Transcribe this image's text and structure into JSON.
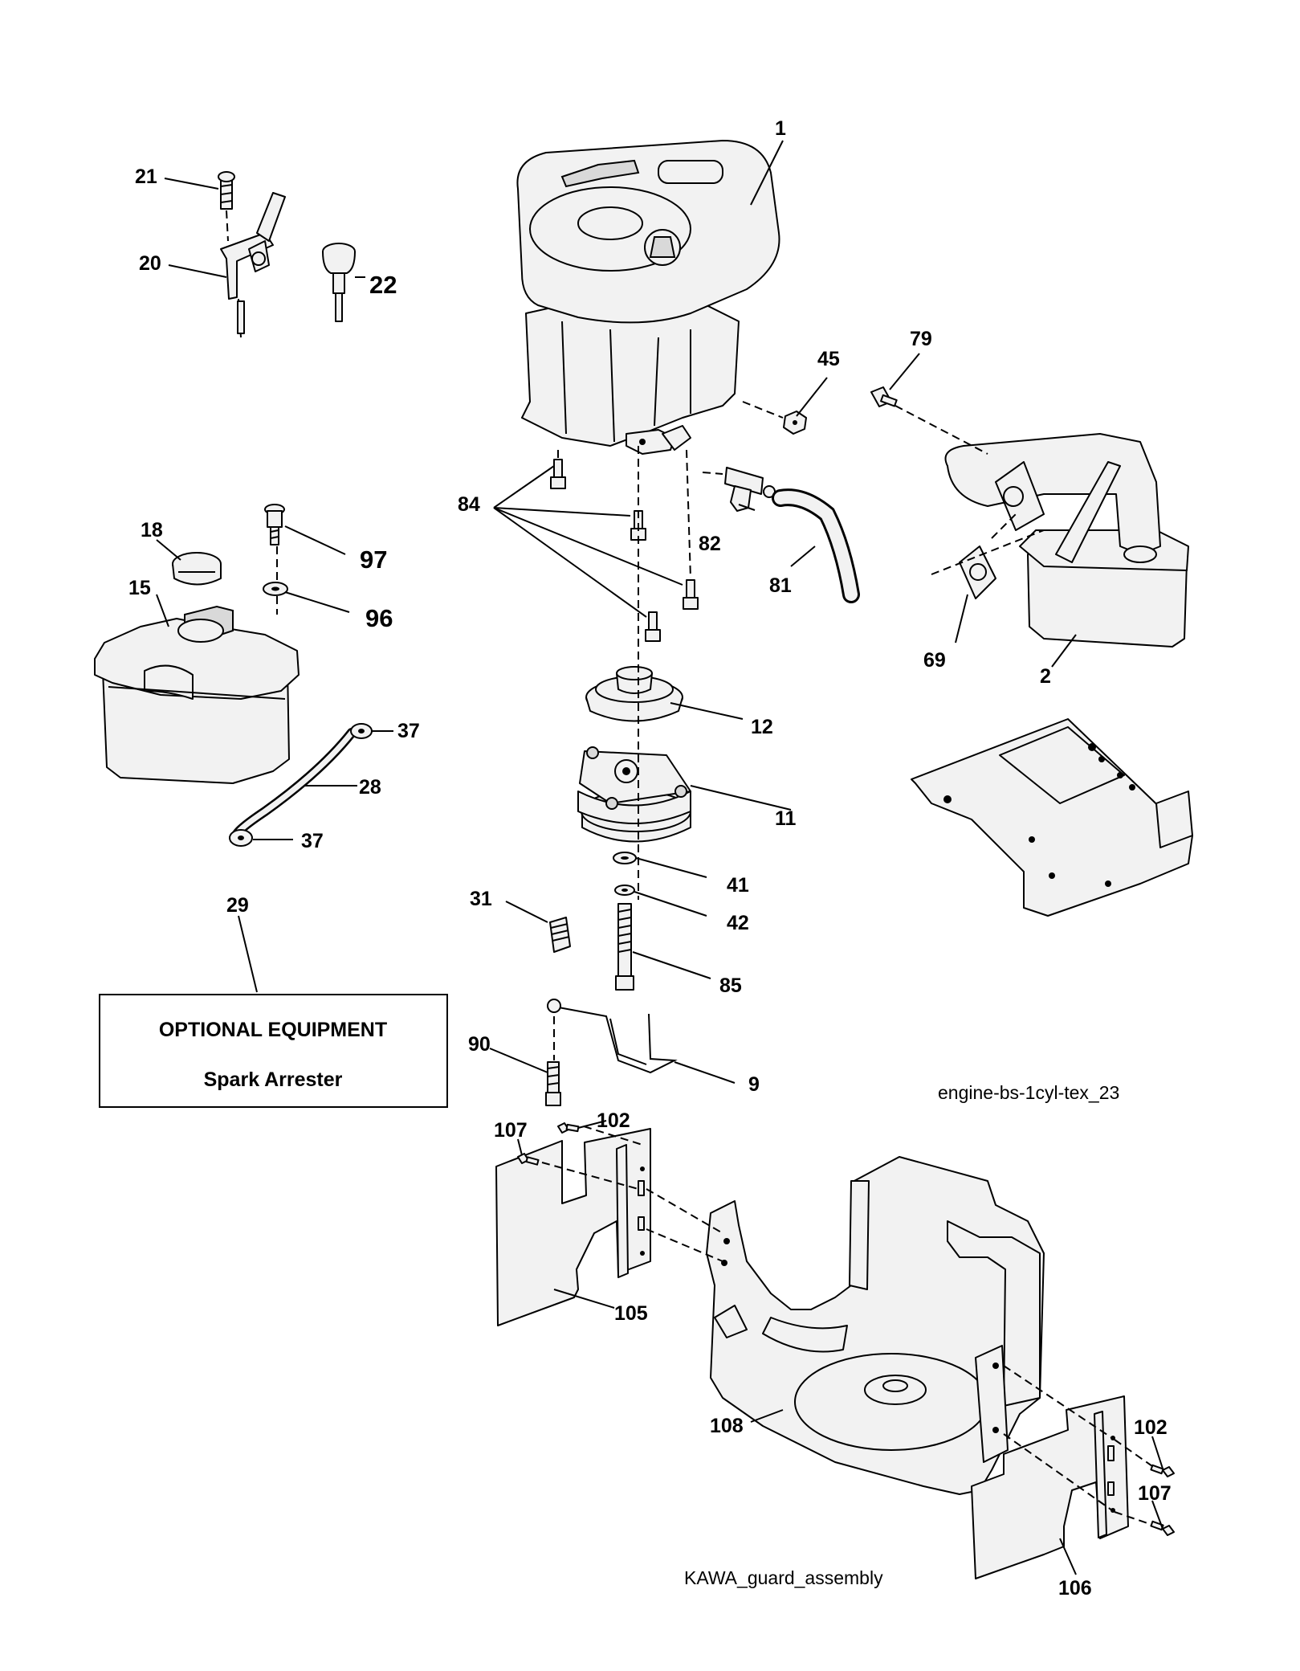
{
  "optional_box": {
    "title": "OPTIONAL EQUIPMENT",
    "subtitle": "Spark Arrester"
  },
  "references": {
    "engine": "engine-bs-1cyl-tex_23",
    "guard": "KAWA_guard_assembly"
  },
  "callouts": {
    "p1": "1",
    "p2": "2",
    "p9": "9",
    "p11": "11",
    "p12": "12",
    "p15": "15",
    "p18": "18",
    "p20": "20",
    "p21": "21",
    "p22": "22",
    "p28": "28",
    "p29": "29",
    "p31": "31",
    "p37a": "37",
    "p37b": "37",
    "p41": "41",
    "p42": "42",
    "p45": "45",
    "p69": "69",
    "p79": "79",
    "p81": "81",
    "p82": "82",
    "p84": "84",
    "p85": "85",
    "p90": "90",
    "p96": "96",
    "p97": "97",
    "p102a": "102",
    "p102b": "102",
    "p105": "105",
    "p106": "106",
    "p107a": "107",
    "p107b": "107",
    "p108": "108"
  }
}
